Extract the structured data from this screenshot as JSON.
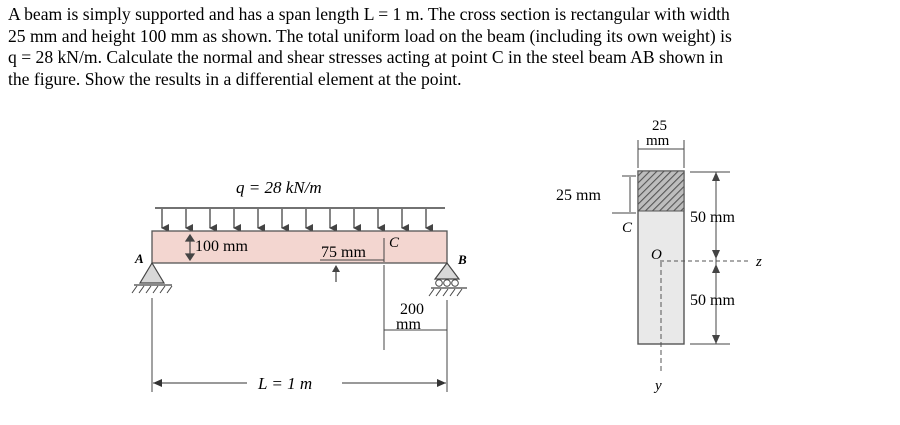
{
  "problem": {
    "lines": [
      "A beam is simply supported and has a span length L = 1 m. The cross section is rectangular with width",
      "25 mm and height 100 mm as shown. The total uniform load on the beam (including its own weight) is",
      "q = 28 kN/m. Calculate the normal and shear stresses acting at point C in the steel beam AB shown in",
      "the figure. Show the results in a differential element at the point."
    ]
  },
  "beam_figure": {
    "load_label": "q = 28 kN/m",
    "support_left_label": "A",
    "support_right_label": "B",
    "point_label": "C",
    "dim_100": "100 mm",
    "dim_75": "75 mm",
    "dim_200_top": "200",
    "dim_200_bottom": "mm",
    "span_label": "L = 1 m"
  },
  "section_figure": {
    "width_top": "25",
    "width_bottom": "mm",
    "dim_25": "25 mm",
    "point_label": "C",
    "centroid_label": "O",
    "z_label": "z",
    "y_label": "y",
    "dim_50_top": "50 mm",
    "dim_50_bottom": "50 mm"
  }
}
